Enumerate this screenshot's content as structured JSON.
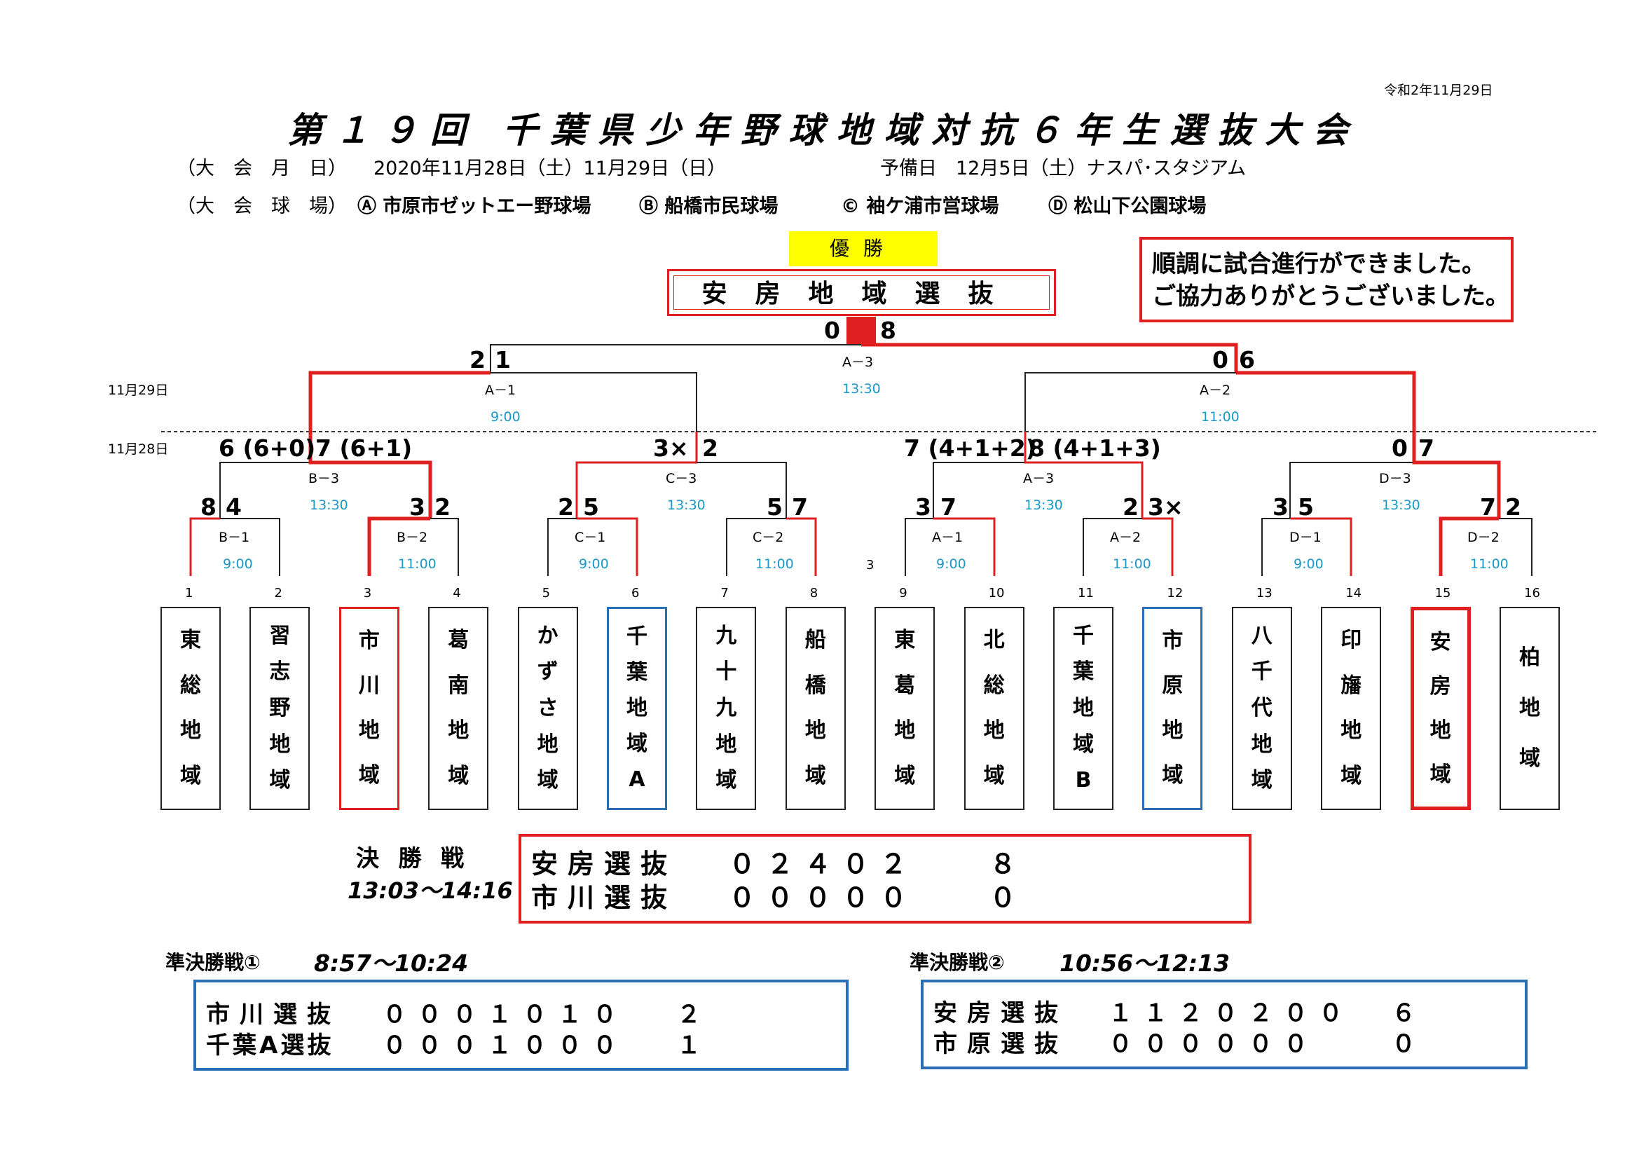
{
  "header": {
    "date_top": "令和2年11月29日",
    "title": "第１９回 千葉県少年野球地域対抗６年生選抜大会",
    "dates_label": "（大　会　月　日）",
    "dates_value": "2020年11月28日（土）11月29日（日）",
    "spare_value": "予備日　12月5日（土）ナスパ･スタジアム",
    "venues_label": "（大　会　球　場）",
    "venue_a": "Ⓐ 市原市ゼットエー野球場",
    "venue_b": "Ⓑ 船橋市民球場",
    "venue_c": "© 袖ケ浦市営球場",
    "venue_d": "Ⓓ 松山下公園球場"
  },
  "champion": {
    "label": "優勝",
    "team": "安房地域選抜"
  },
  "message": {
    "line1": "順調に試合進行ができました。",
    "line2": "ご協力ありがとうございました。"
  },
  "day_labels": {
    "day2": "11月29日",
    "day1": "11月28日"
  },
  "matches": {
    "final": {
      "id": "A－3",
      "time": "13:30",
      "left_score": "0",
      "right_score": "8"
    },
    "a1": {
      "id": "A－1",
      "time": "9:00",
      "left_score": "2",
      "right_score": "1"
    },
    "a2": {
      "id": "A－2",
      "time": "11:00",
      "left_score": "0",
      "right_score": "6"
    },
    "b3": {
      "id": "B－3",
      "time": "13:30",
      "left_score": "6 (6+0)",
      "right_score": "7 (6+1)"
    },
    "c3": {
      "id": "C－3",
      "time": "13:30",
      "left_score": "3×",
      "right_score": "2"
    },
    "a3": {
      "id": "A－3",
      "time": "13:30",
      "left_score": "7 (4+1+2)",
      "right_score": "8 (4+1+3)"
    },
    "d3": {
      "id": "D－3",
      "time": "13:30",
      "left_score": "0",
      "right_score": "7"
    },
    "b1": {
      "id": "B－1",
      "time": "9:00",
      "left_score": "8",
      "right_score": "4"
    },
    "b2": {
      "id": "B－2",
      "time": "11:00",
      "left_score": "3",
      "right_score": "2"
    },
    "c1": {
      "id": "C－1",
      "time": "9:00",
      "left_score": "2",
      "right_score": "5"
    },
    "c2": {
      "id": "C－2",
      "time": "11:00",
      "left_score": "5",
      "right_score": "7"
    },
    "ra1": {
      "id": "A－1",
      "time": "9:00",
      "left_score": "3",
      "right_score": "7"
    },
    "ra2": {
      "id": "A－2",
      "time": "11:00",
      "left_score": "2",
      "right_score": "3×"
    },
    "d1": {
      "id": "D－1",
      "time": "9:00",
      "left_score": "3",
      "right_score": "5"
    },
    "d2": {
      "id": "D－2",
      "time": "11:00",
      "left_score": "7",
      "right_score": "2"
    }
  },
  "stray_label": "3",
  "teams": [
    {
      "no": "1",
      "chars": [
        "東",
        "総",
        "地",
        "域"
      ]
    },
    {
      "no": "2",
      "chars": [
        "習",
        "志",
        "野",
        "地",
        "域"
      ]
    },
    {
      "no": "3",
      "chars": [
        "市",
        "川",
        "地",
        "域"
      ]
    },
    {
      "no": "4",
      "chars": [
        "葛",
        "南",
        "地",
        "域"
      ]
    },
    {
      "no": "5",
      "chars": [
        "か",
        "ず",
        "さ",
        "地",
        "域"
      ]
    },
    {
      "no": "6",
      "chars": [
        "千",
        "葉",
        "地",
        "域",
        "A"
      ]
    },
    {
      "no": "7",
      "chars": [
        "九",
        "十",
        "九",
        "地",
        "域"
      ]
    },
    {
      "no": "8",
      "chars": [
        "船",
        "橋",
        "地",
        "域"
      ]
    },
    {
      "no": "9",
      "chars": [
        "東",
        "葛",
        "地",
        "域"
      ]
    },
    {
      "no": "10",
      "chars": [
        "北",
        "総",
        "地",
        "域"
      ]
    },
    {
      "no": "11",
      "chars": [
        "千",
        "葉",
        "地",
        "域",
        "B"
      ]
    },
    {
      "no": "12",
      "chars": [
        "市",
        "原",
        "地",
        "域"
      ]
    },
    {
      "no": "13",
      "chars": [
        "八",
        "千",
        "代",
        "地",
        "域"
      ]
    },
    {
      "no": "14",
      "chars": [
        "印",
        "旛",
        "地",
        "域"
      ]
    },
    {
      "no": "15",
      "chars": [
        "安",
        "房",
        "地",
        "域"
      ]
    },
    {
      "no": "16",
      "chars": [
        "柏",
        "地",
        "域"
      ]
    }
  ],
  "final_game": {
    "title": "決 勝 戦",
    "time": "13:03～14:16",
    "rows": [
      {
        "team": "安房選抜",
        "innings": "０２４０２",
        "total": "８"
      },
      {
        "team": "市川選抜",
        "innings": "０００００",
        "total": "０"
      }
    ]
  },
  "semi1": {
    "title": "準決勝戦①",
    "time": "8:57～10:24",
    "rows": [
      {
        "team": "市川選抜",
        "innings": "０００１０１０",
        "total": "２"
      },
      {
        "team": "千葉A選抜",
        "innings": "０００１０００",
        "total": "１"
      }
    ]
  },
  "semi2": {
    "title": "準決勝戦②",
    "time": "10:56～12:13",
    "rows": [
      {
        "team": "安房選抜",
        "innings": "１１２０２００",
        "total": "６"
      },
      {
        "team": "市原選抜",
        "innings": "００００００",
        "total": "０"
      }
    ]
  },
  "colors": {
    "win": "#e02020",
    "blue": "#2a6fb5",
    "time": "#1a98c8",
    "highlight": "#ffff00"
  }
}
